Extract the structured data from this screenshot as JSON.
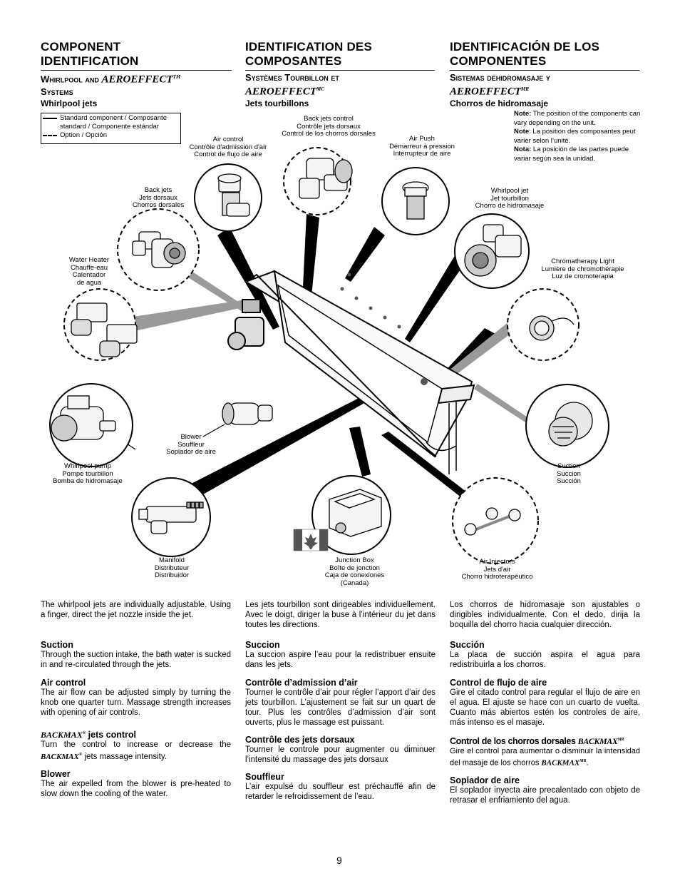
{
  "columns": [
    {
      "title": "COMPONENT IDENTIFICATION",
      "subtitle_sc": "Whirlpool and",
      "subtitle_brand": "AEROEFFECT",
      "subtitle_brand_mark": "TM",
      "subtitle_end": "Systems",
      "subtitle2": "Whirlpool jets"
    },
    {
      "title": "IDENTIFICATION DES COMPOSANTES",
      "subtitle_sc": "Systèmes Tourbillon et",
      "subtitle_brand": "AEROEFFECT",
      "subtitle_brand_mark": "MC",
      "subtitle_end": "",
      "subtitle2": "Jets tourbillons"
    },
    {
      "title": "IDENTIFICACIÓN DE LOS COMPONENTES",
      "subtitle_sc": "Sistemas dehidromasaje y",
      "subtitle_brand": "AEROEFFECT",
      "subtitle_brand_mark": "MR",
      "subtitle_end": "",
      "subtitle2": "Chorros de hidromasaje"
    }
  ],
  "legend": {
    "standard": "Standard component / Composante standard / Componente estándar",
    "option": "Option / Opción"
  },
  "note": {
    "en_label": "Note:",
    "en": "The position of the components can vary depending on the unit.",
    "fr_label": "Note",
    "fr": ": La position des composantes peut varier selon l’unité.",
    "es_label": "Nota:",
    "es": "La posición de las partes puede variar según sea la unidad."
  },
  "labels": {
    "air_control": "Air control\nContrôle d'admission d'air\nControl de flujo de aire",
    "back_jets_control": "Back jets control\nContrôle jets dorsaux\nControl de los chorros dorsales",
    "air_push": "Air Push\nDémarreur à pression\nInterrupteur de aire",
    "back_jets": "Back jets\nJets dorsaux\nChorros dorsales",
    "whirlpool_jet": "Whirlpool jet\nJet tourbillon\nChorro de hidromasaje",
    "water_heater": "Water Heater\nChauffe-eau\nCalentador\nde agua",
    "chromatherapy": "Chromatherapy Light\nLumière de chromothérapie\nLuz de cromoterapia",
    "blower": "Blower\nSouffleur\nSoplador de aire",
    "whirlpool_pump": "Whirlpool pump\nPompe tourbillon\nBomba de hidromasaje",
    "suction": "Suction\nSuccion\nSucción",
    "manifold": "Manifold\nDistributeur\nDistribuidor",
    "junction_box": "Junction Box\nBoîte de jonction\nCaja de conexiones\n(Canada)",
    "air_injectors": "Air Injectors\nJets d'air\nChorro hidroterapéutico"
  },
  "text_en": {
    "intro": "The whirlpool jets are individually adjustable. Using a finger, direct the jet nozzle inside the jet.",
    "suction_title": "Suction",
    "suction": "Through the suction intake, the bath water is sucked in and re-circulated through the jets.",
    "air_title": "Air control",
    "air": "The air flow can be adjusted simply by turning the knob one quarter turn. Massage strength increases with opening of air controls.",
    "backmax_brand": "BACKMAX",
    "backmax_mark": "®",
    "backmax_title": " jets control",
    "backmax_a": "Turn the control to increase or decrease the ",
    "backmax_b": " jets massage intensity.",
    "blower_title": "Blower",
    "blower": "The air expelled from the blower is pre-heated to slow down the cooling of the water."
  },
  "text_fr": {
    "intro": "Les jets tourbillon sont dirigeables individuellement. Avec le doigt, diriger la buse à l’intérieur du jet dans toutes les directions.",
    "suction_title": "Succion",
    "suction": "La succion aspire l’eau pour la redistribuer ensuite dans les jets.",
    "air_title": "Contrôle d’admission d’air",
    "air": "Tourner le contrôle d’air pour régler l’apport d’air des jets tourbillon. L’ajustement se fait sur un quart de tour. Plus les contrôles d’admission d’air sont ouverts, plus le massage est puissant.",
    "backmax_title": "Contrôle des jets dorsaux",
    "backmax": "Tourner le controle pour augmenter ou diminuer l’intensité du massage des jets dorsaux",
    "blower_title": "Souffleur",
    "blower": "L’air expulsé du souffleur est préchauffé afin de retarder le refroidissement de l’eau."
  },
  "text_es": {
    "intro": "Los chorros de hidromasaje son ajustables o dirigibles individualmente. Con el dedo, dirija la boquilla del chorro hacia cualquier dirección.",
    "suction_title": "Succión",
    "suction": "La placa de succión aspira el agua para redistribuirla a los chorros.",
    "air_title": "Control de flujo de aire",
    "air": "Gire el citado control para regular el flujo de aire en el agua. El ajuste se hace con un cuarto de vuelta. Cuanto más abiertos estén los controles de aire, más intenso es el masaje.",
    "backmax_title": "Control de los chorros dorsales ",
    "backmax_brand": "BACKMAX",
    "backmax_mark": "MR",
    "backmax_a": "Gire el control para aumentar o disminuir la intensidad del masaje de los chorros ",
    "backmax_b": ".",
    "blower_title": "Soplador de aire",
    "blower": "El soplador inyecta aire precalentado con objeto de retrasar el enfriamiento del agua."
  },
  "page_number": "9"
}
